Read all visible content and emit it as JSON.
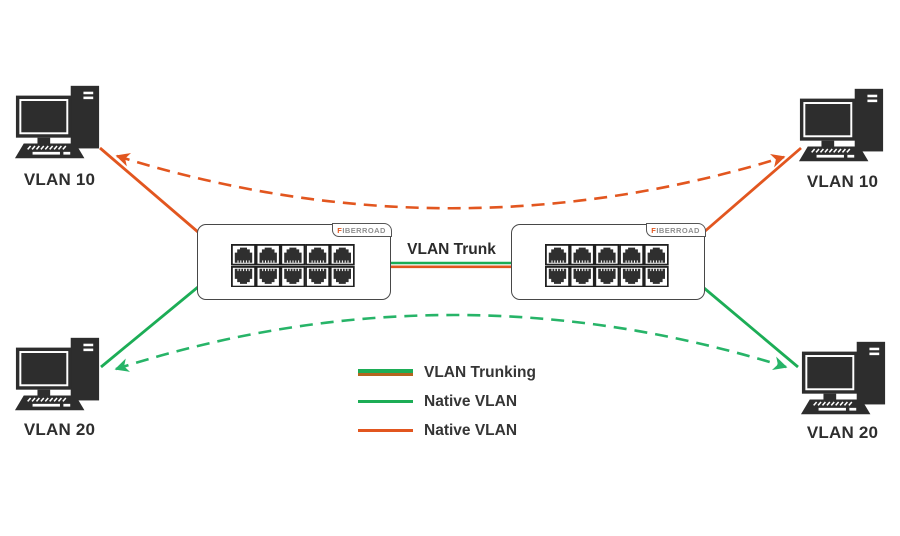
{
  "nodes": {
    "top_left": {
      "label": "VLAN 10"
    },
    "top_right": {
      "label": "VLAN 10"
    },
    "bottom_left": {
      "label": "VLAN 20"
    },
    "bottom_right": {
      "label": "VLAN 20"
    }
  },
  "switches": {
    "brand_accent": "F",
    "brand_rest": "IBERROAD",
    "ports_per_row": 5,
    "port_rows": 2
  },
  "trunk": {
    "label": "VLAN Trunk"
  },
  "legend": {
    "items": [
      {
        "label": "VLAN Trunking"
      },
      {
        "label": "Native VLAN"
      },
      {
        "label": "Native VLAN"
      }
    ]
  },
  "colors": {
    "orange": "#E2561F",
    "green": "#1CAD56",
    "green_dashed": "#27B468",
    "trunk_legend_bottom": "#B4641F",
    "device_dark": "#2D2D2D",
    "switch_border": "#484848",
    "text": "#2E2E2E"
  }
}
